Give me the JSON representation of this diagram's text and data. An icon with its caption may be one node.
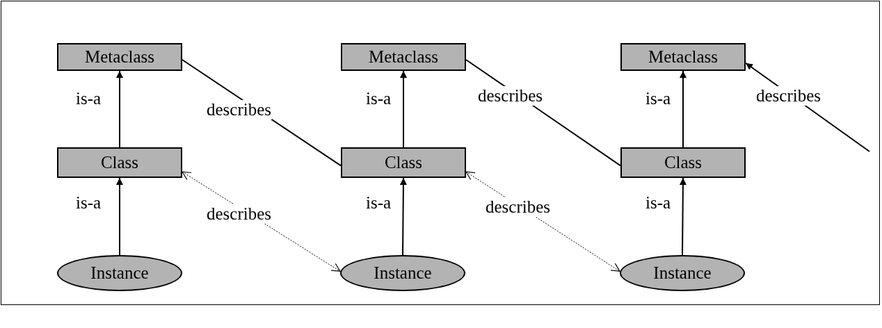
{
  "diagram": {
    "nodes": [
      {
        "text": [
          "Metaclass"
        ]
      },
      {
        "text": [
          "Metaclass"
        ]
      },
      {
        "text": [
          "Metaclass"
        ]
      },
      {
        "text": [
          "Class"
        ]
      },
      {
        "text": [
          "Class"
        ]
      },
      {
        "text": [
          "Class"
        ]
      },
      {
        "text": [
          "Instance"
        ]
      },
      {
        "text": [
          "Instance"
        ]
      },
      {
        "text": [
          "Instance"
        ]
      }
    ],
    "edges": [
      {
        "from": 3,
        "to": 0,
        "arrow": "to",
        "label": "is-a"
      },
      {
        "from": 6,
        "to": 3,
        "arrow": "to",
        "label": "is-a"
      },
      {
        "from": 0,
        "to": 4,
        "arrow": "none",
        "label": "describes"
      },
      {
        "from": 3,
        "to": 7,
        "arrow": "both",
        "label": "describes",
        "style": "dashed"
      },
      {
        "from": 4,
        "to": 1,
        "arrow": "to",
        "label": "is-a"
      },
      {
        "from": 7,
        "to": 4,
        "arrow": "to",
        "label": "is-a"
      },
      {
        "from": 1,
        "to": 5,
        "arrow": "none",
        "label": "describes"
      },
      {
        "from": 4,
        "to": 8,
        "arrow": "both",
        "label": "describes",
        "style": "dashed"
      },
      {
        "from": 5,
        "to": 2,
        "arrow": "to",
        "label": "is-a"
      },
      {
        "from": 8,
        "to": 5,
        "arrow": "to",
        "label": "is-a"
      },
      {
        "from": null,
        "to": 2,
        "arrow": "to",
        "label": "describes"
      }
    ]
  }
}
